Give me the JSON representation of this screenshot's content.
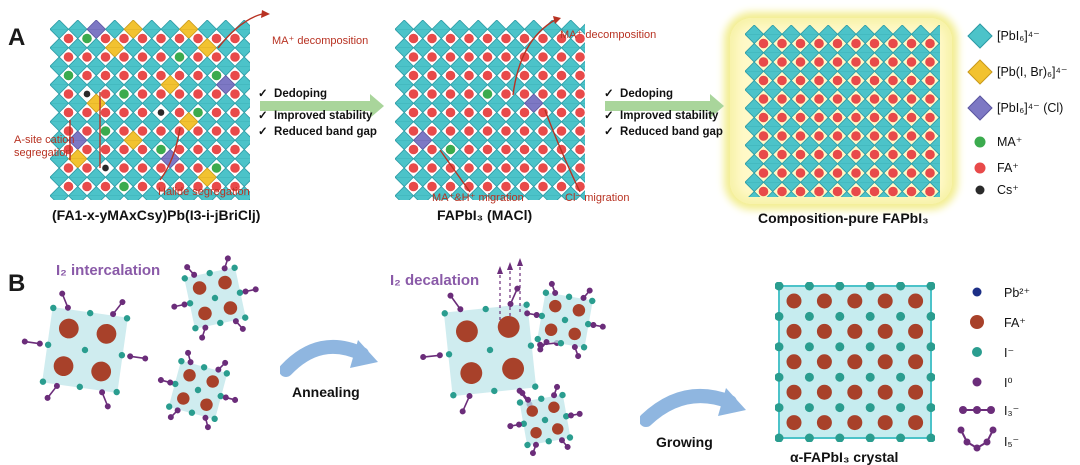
{
  "panel_a": {
    "letter": "A",
    "lattice1_caption": "(FA1-x-yMAxCsy)Pb(I3-i-jBriClj)",
    "lattice1_ann": {
      "ma_decomp": "MA⁺ decomposition",
      "asite": "A-site cation segregation",
      "halide": "Halide segregation"
    },
    "arrow1_list": [
      "Dedoping",
      "Improved stability",
      "Reduced band gap"
    ],
    "lattice2_caption": "FAPbI₃ (MACl)",
    "lattice2_ann": {
      "ma_decomp": "MA⁺ decomposition",
      "mah": "MA⁺&H⁺ migration",
      "cl": "Cl⁻ migration"
    },
    "arrow2_list": [
      "Dedoping",
      "Improved stability",
      "Reduced band gap"
    ],
    "lattice3_caption": "Composition-pure FAPbI₃",
    "legend": [
      "[PbI₆]⁴⁻",
      "[Pb(I, Br)₆]⁴⁻",
      "[PbI₆]⁴⁻ (Cl)",
      "MA⁺",
      "FA⁺",
      "Cs⁺"
    ],
    "colors": {
      "octa": "#4cc3c9",
      "octa_dark": "#2b9aa4",
      "br": "#f2c230",
      "cl": "#7d78c4",
      "ma": "#3bab4e",
      "fa": "#e84a4a",
      "cs": "#2a2a2a"
    }
  },
  "panel_b": {
    "letter": "B",
    "intercalation": "I₂ intercalation",
    "decalation": "I₂ decalation",
    "annealing": "Annealing",
    "growing": "Growing",
    "crystal_caption": "α-FAPbI₃ crystal",
    "legend": [
      "Pb²⁺",
      "FA⁺",
      "I⁻",
      "I⁰",
      "I₃⁻",
      "I₅⁻"
    ],
    "colors": {
      "pb": "#1c2f86",
      "fa": "#a8412a",
      "i_minus": "#2a9d8f",
      "i0": "#6b2d7a"
    }
  }
}
